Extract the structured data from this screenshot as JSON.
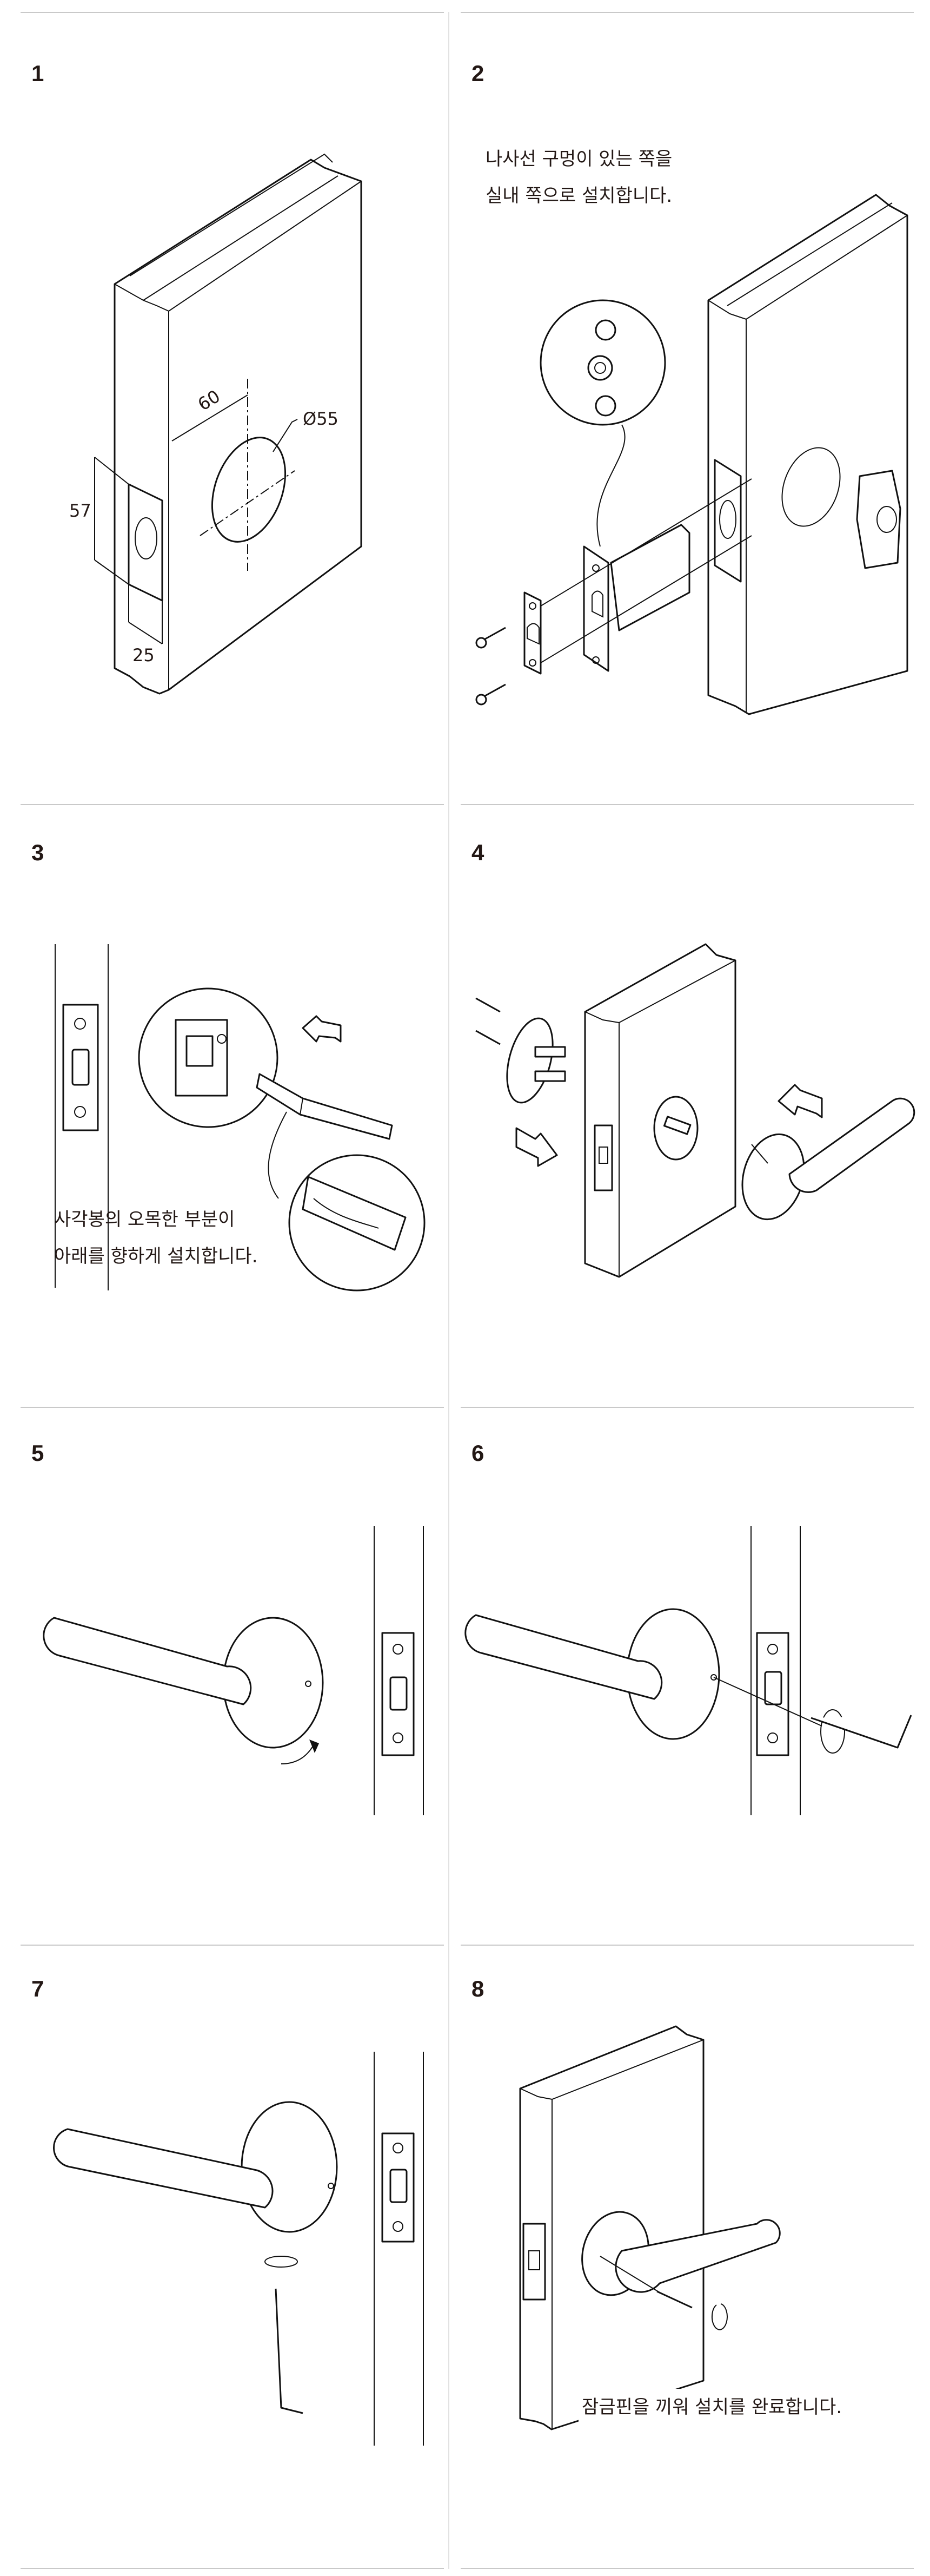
{
  "steps": [
    {
      "number": "1",
      "dimensions": {
        "backset": "60",
        "hole_diameter": "Ø55",
        "latch_height": "57",
        "latch_width": "25"
      }
    },
    {
      "number": "2",
      "caption": [
        "나사선 구멍이 있는 쪽을",
        "실내 쪽으로 설치합니다."
      ]
    },
    {
      "number": "3",
      "caption": [
        "사각봉의 오목한 부분이",
        "아래를 향하게 설치합니다."
      ]
    },
    {
      "number": "4"
    },
    {
      "number": "5"
    },
    {
      "number": "6"
    },
    {
      "number": "7"
    },
    {
      "number": "8",
      "caption": [
        "잠금핀을 끼워 설치를 완료합니다."
      ]
    }
  ]
}
